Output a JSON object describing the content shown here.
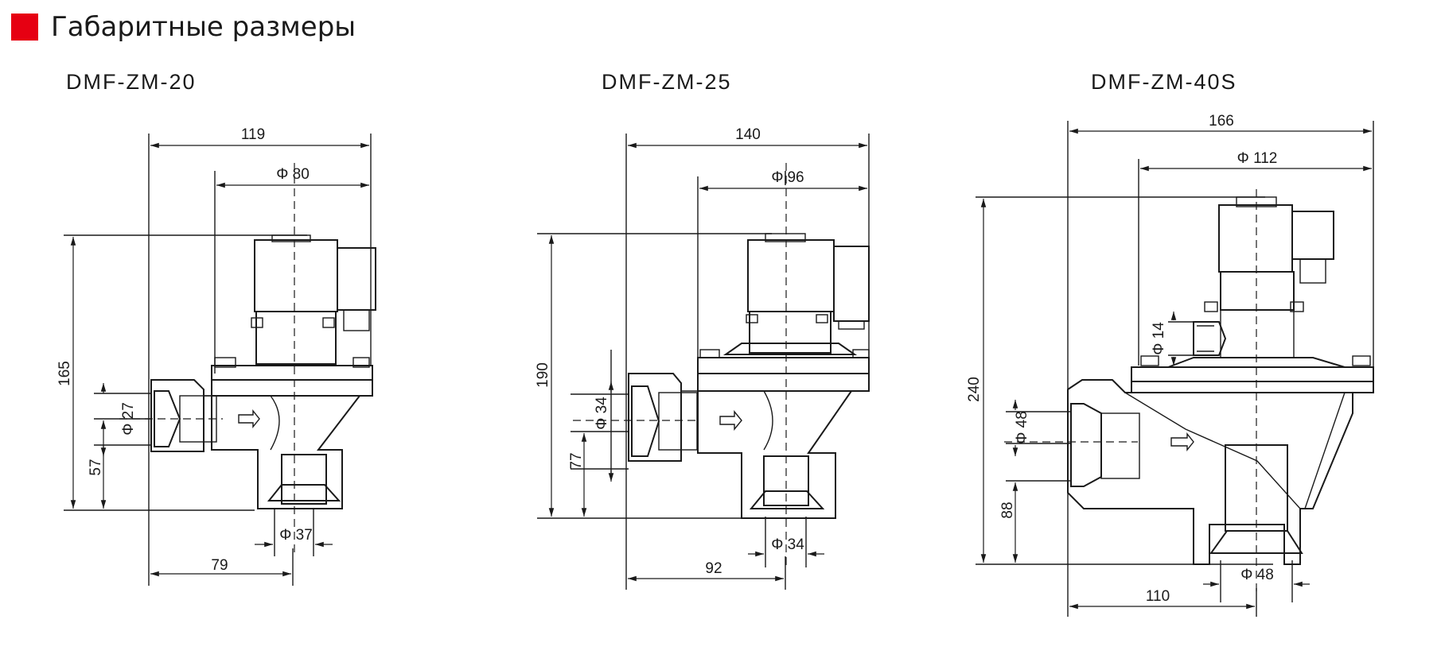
{
  "header": {
    "title": "Габаритные размеры",
    "accent_color": "#e60012"
  },
  "drawings": [
    {
      "model": "DMF-ZM-20",
      "dims": {
        "width": "119",
        "coil": "Φ 80",
        "height": "165",
        "inlet": "Φ 27",
        "inlet_height": "57",
        "outlet": "Φ 37",
        "outlet_offset": "79"
      }
    },
    {
      "model": "DMF-ZM-25",
      "dims": {
        "width": "140",
        "coil": "Φ|96",
        "height": "190",
        "inlet": "Φ 34",
        "inlet_height": "77",
        "outlet": "Φ 34",
        "outlet_offset": "92"
      }
    },
    {
      "model": "DMF-ZM-40S",
      "dims": {
        "width": "166",
        "coil": "Φ 112",
        "pilot": "Φ 14",
        "height": "240",
        "inlet": "Φ 48",
        "inlet_height": "88",
        "outlet": "Φ 48",
        "outlet_offset": "110"
      }
    }
  ]
}
